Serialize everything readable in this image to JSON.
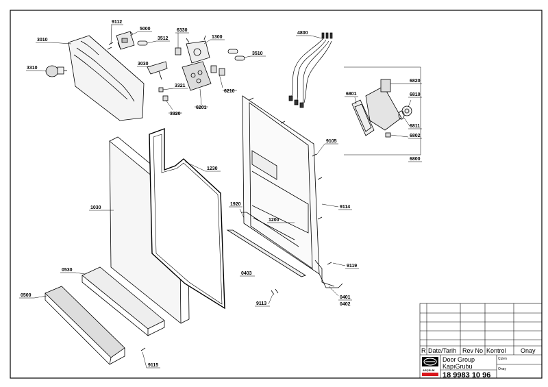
{
  "parts": [
    {
      "code": "9112"
    },
    {
      "code": "5000"
    },
    {
      "code": "3512"
    },
    {
      "code": "6330"
    },
    {
      "code": "1300"
    },
    {
      "code": "3010"
    },
    {
      "code": "3510"
    },
    {
      "code": "3030"
    },
    {
      "code": "3310"
    },
    {
      "code": "3321"
    },
    {
      "code": "6210"
    },
    {
      "code": "6201"
    },
    {
      "code": "3320"
    },
    {
      "code": "4800"
    },
    {
      "code": "6820"
    },
    {
      "code": "6801"
    },
    {
      "code": "6810"
    },
    {
      "code": "6811"
    },
    {
      "code": "6802"
    },
    {
      "code": "6800"
    },
    {
      "code": "9105"
    },
    {
      "code": "1230"
    },
    {
      "code": "1030"
    },
    {
      "code": "1920"
    },
    {
      "code": "1200"
    },
    {
      "code": "9114"
    },
    {
      "code": "0530"
    },
    {
      "code": "0403"
    },
    {
      "code": "9119"
    },
    {
      "code": "0500"
    },
    {
      "code": "9113"
    },
    {
      "code": "0401"
    },
    {
      "code": "0402"
    },
    {
      "code": "9115"
    }
  ],
  "title_block": {
    "rev_headers": {
      "r": "R",
      "date": "Date/Tarih",
      "rev": "Rev No",
      "check": "Kontrol",
      "approve": "Onay"
    },
    "title_en": "Door Group",
    "title_tr": "KapıGrubu",
    "drawn_label": "Çizen",
    "approve_label": "Onay",
    "drawing_number": "18 9983 10 96",
    "logo_text": "ARÇELİK"
  }
}
